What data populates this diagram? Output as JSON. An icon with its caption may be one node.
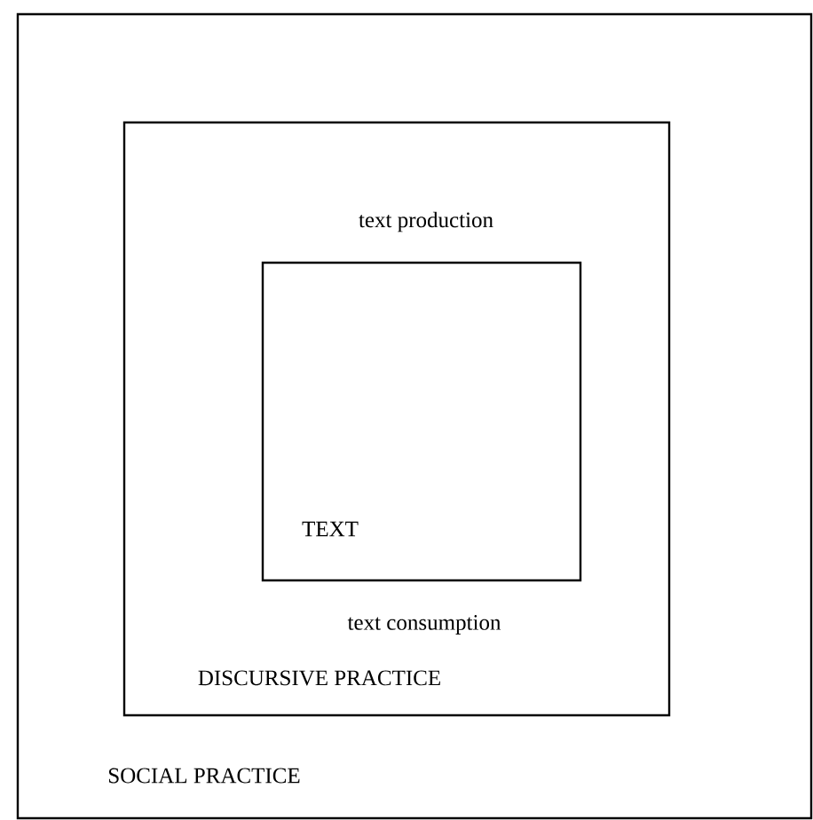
{
  "diagram": {
    "nodes": [
      {
        "text": [
          "SOCIAL PRACTICE"
        ]
      },
      {
        "text": [
          "text production",
          "text consumption",
          "DISCURSIVE PRACTICE"
        ],
        "in": 0
      },
      {
        "text": [
          "TEXT"
        ],
        "in": 1
      }
    ]
  }
}
